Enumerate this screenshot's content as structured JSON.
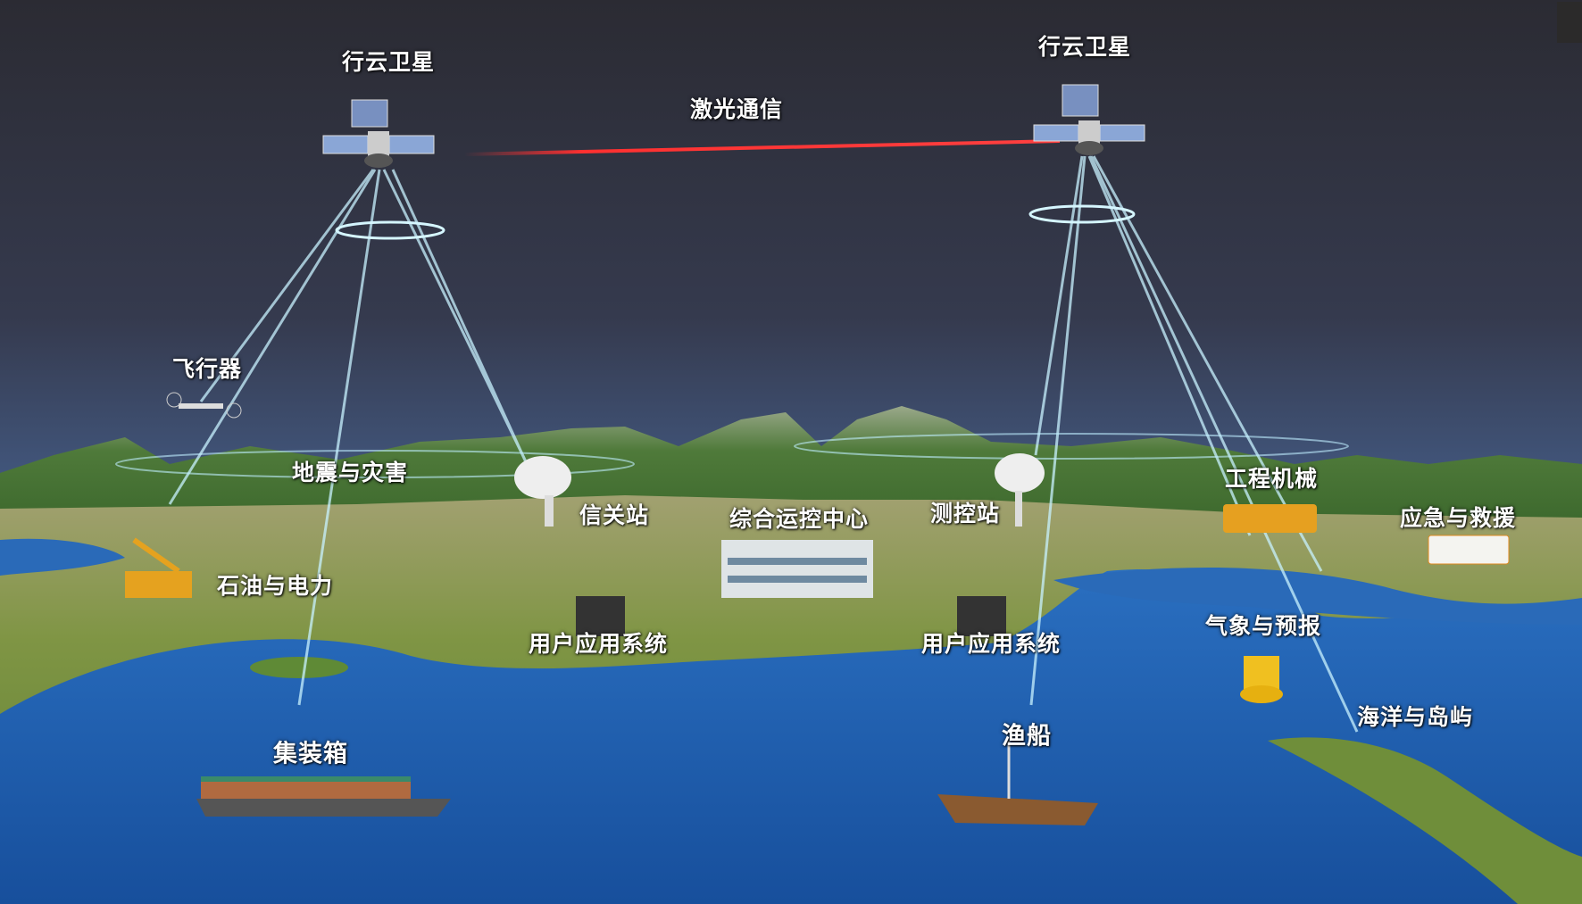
{
  "satellites": [
    {
      "label": "行云卫星"
    },
    {
      "label": "行云卫星"
    }
  ],
  "link": {
    "label": "激光通信",
    "color": "#ff2a2a"
  },
  "labels": {
    "aircraft": "飞行器",
    "earthquake": "地震与灾害",
    "gateway": "信关站",
    "control_center": "综合运控中心",
    "ttc_station": "测控站",
    "machinery": "工程机械",
    "emergency": "应急与救援",
    "oil_power": "石油与电力",
    "user_system_left": "用户应用系统",
    "user_system_right": "用户应用系统",
    "weather": "气象与预报",
    "ocean": "海洋与岛屿",
    "container": "集装箱",
    "fishing_boat": "渔船"
  },
  "colors": {
    "sky_top": "#2c2c36",
    "sky_bottom": "#4a6a9a",
    "sea": "#1d5fb0",
    "land": "#6f8a3a",
    "beam": "#bfefff"
  }
}
